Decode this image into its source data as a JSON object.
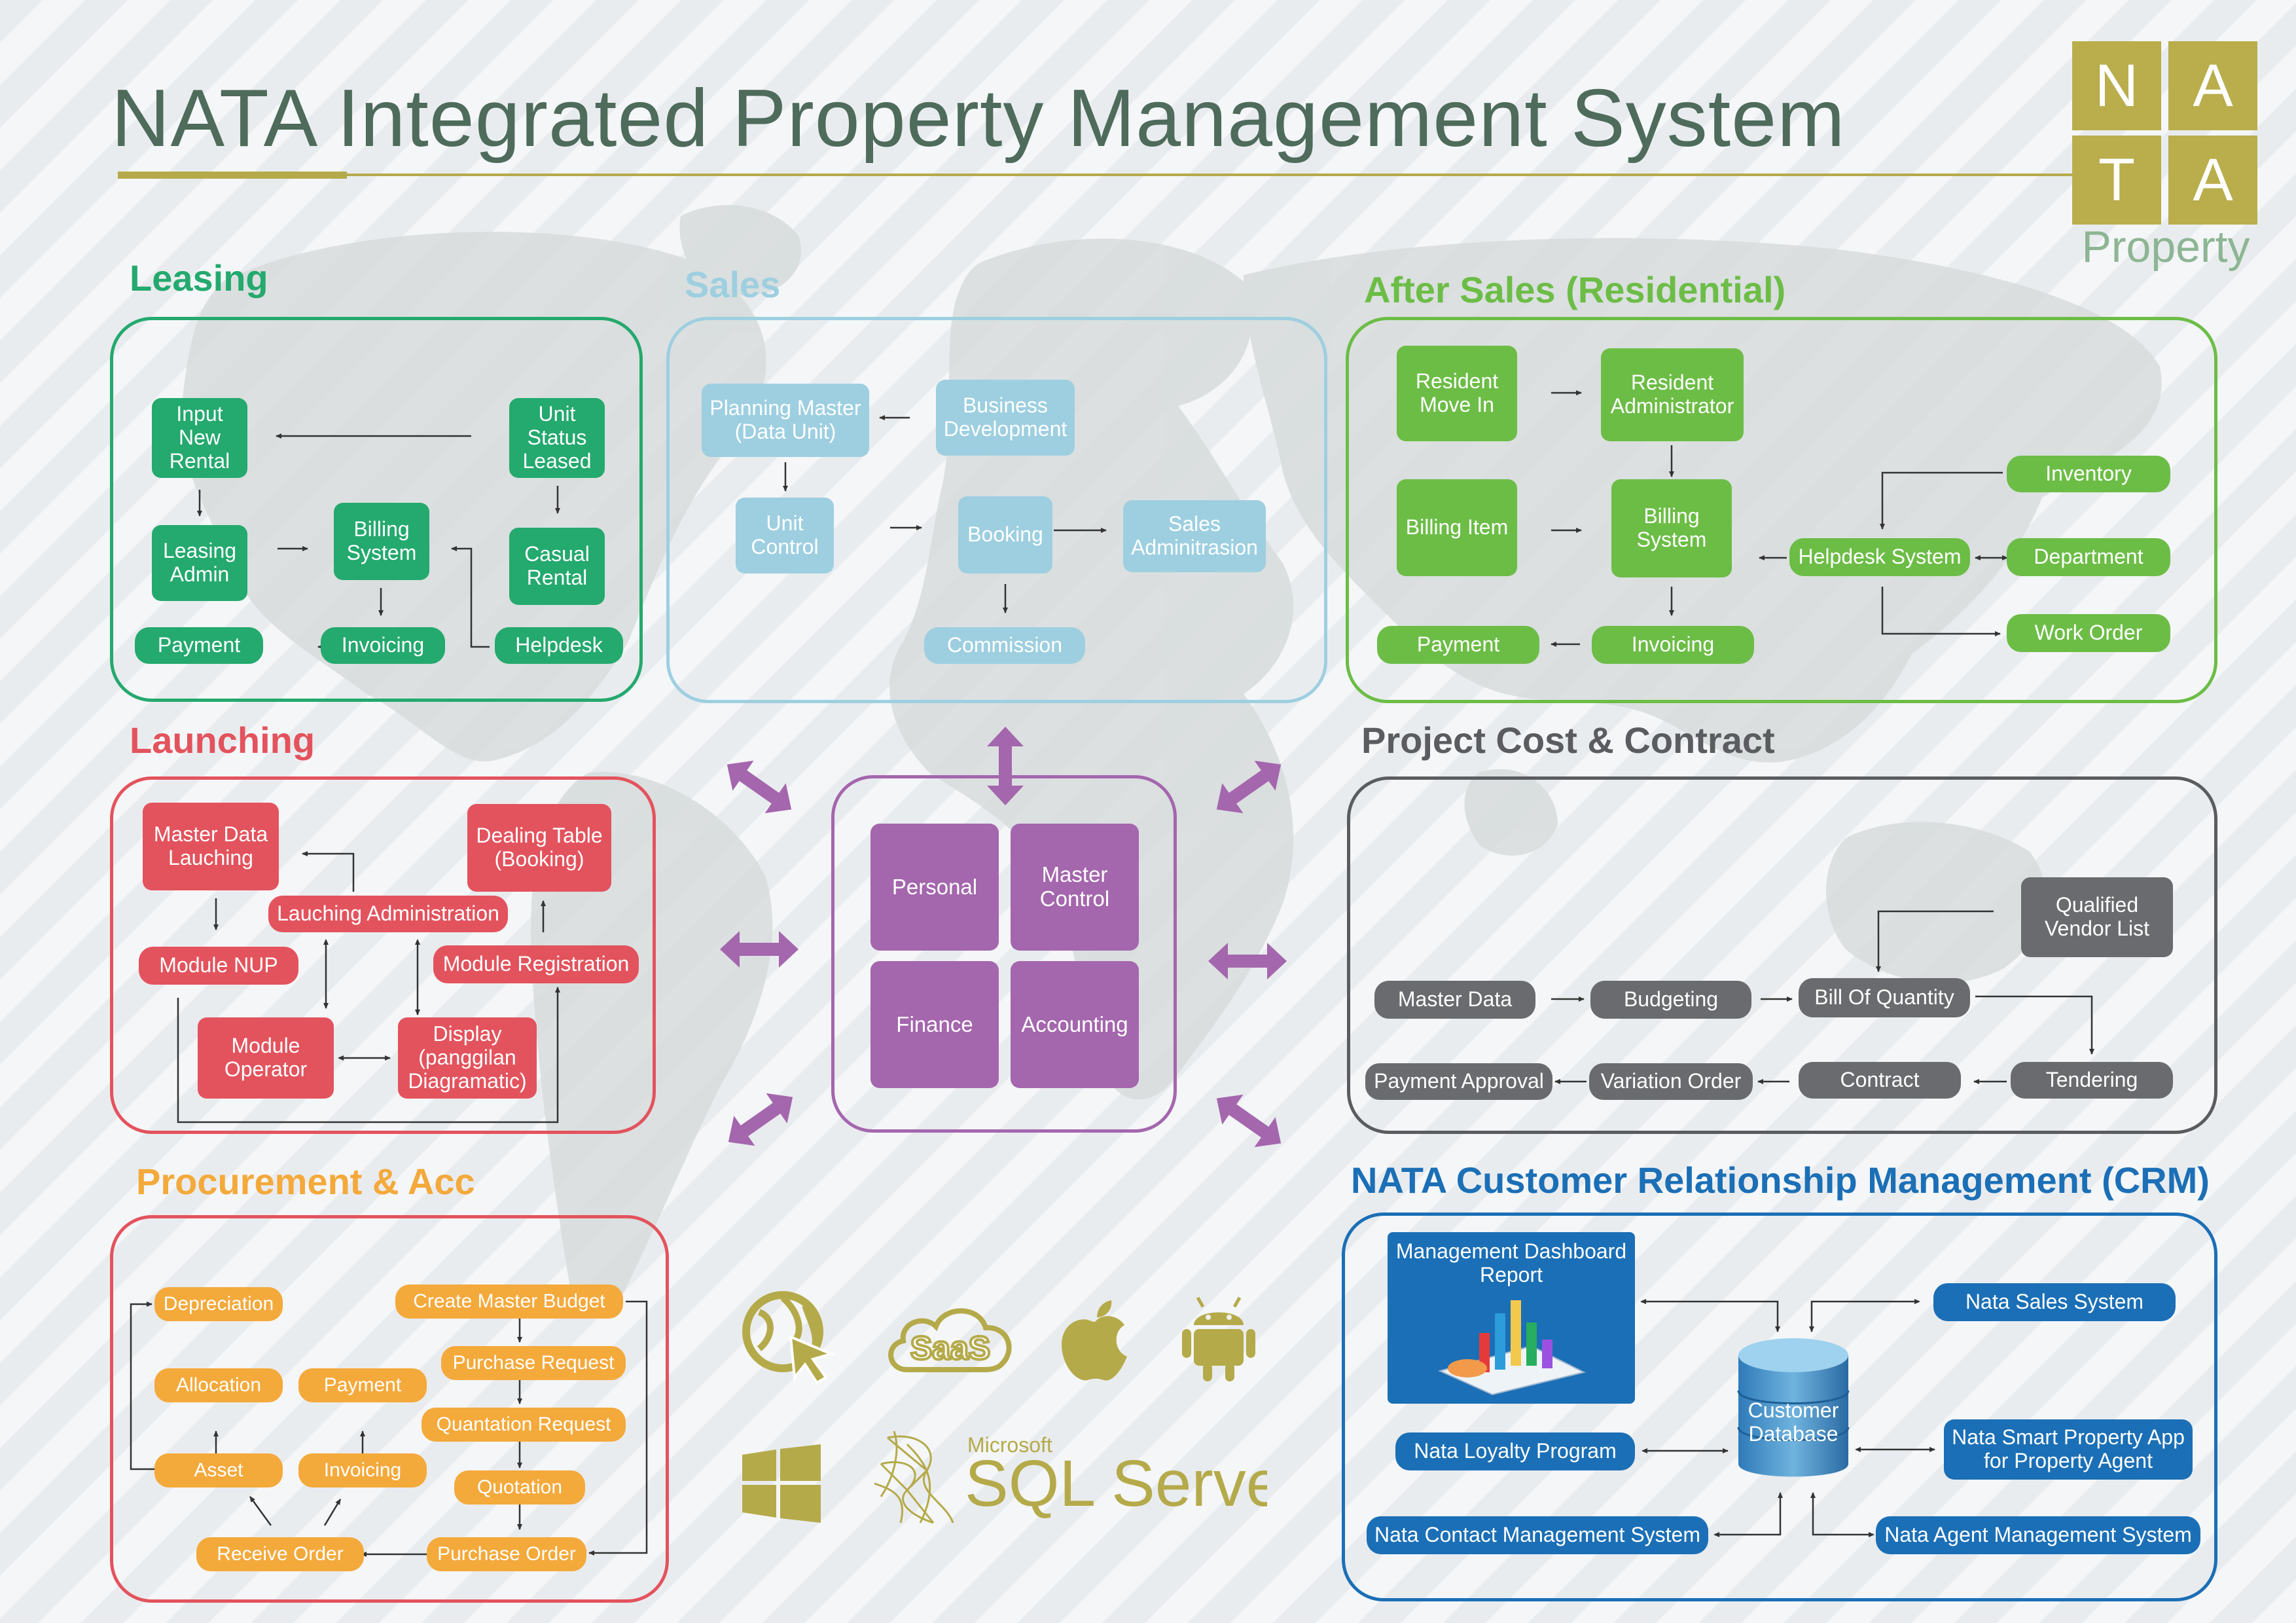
{
  "title": "NATA Integrated Property Management System",
  "logo": {
    "letters": [
      "N",
      "A",
      "T",
      "A"
    ],
    "subtitle": "Property"
  },
  "colors": {
    "leasing": "#24a96e",
    "sales": "#9dcfe0",
    "after_sales": "#6cbd46",
    "launching": "#e3535d",
    "project": "#696b6e",
    "procurement": "#f4a93b",
    "crm": "#1b6fb6",
    "core": "#a466ad",
    "brand": "#b9ad4c"
  },
  "sections": {
    "leasing": {
      "title": "Leasing",
      "nodes": {
        "input_new_rental": "Input New Rental",
        "unit_status_leased": "Unit Status Leased",
        "leasing_admin": "Leasing Admin",
        "billing_system": "Billing System",
        "casual_rental": "Casual Rental",
        "payment": "Payment",
        "invoicing": "Invoicing",
        "helpdesk": "Helpdesk"
      }
    },
    "sales": {
      "title": "Sales",
      "nodes": {
        "planning_master": "Planning Master (Data Unit)",
        "business_development": "Business Development",
        "unit_control": "Unit Control",
        "booking": "Booking",
        "sales_admin": "Sales Adminitrasion",
        "commission": "Commission"
      }
    },
    "after_sales": {
      "title": "After Sales (Residential)",
      "nodes": {
        "resident_move_in": "Resident Move In",
        "resident_admin": "Resident Administrator",
        "billing_item": "Billing Item",
        "billing_system": "Billing System",
        "inventory": "Inventory",
        "helpdesk_system": "Helpdesk System",
        "department": "Department",
        "work_order": "Work Order",
        "payment": "Payment",
        "invoicing": "Invoicing"
      }
    },
    "launching": {
      "title": "Launching",
      "nodes": {
        "master_data": "Master Data Lauching",
        "dealing_table": "Dealing Table (Booking)",
        "launching_admin": "Lauching Administration",
        "module_nup": "Module NUP",
        "module_registration": "Module Registration",
        "module_operator": "Module Operator",
        "display": "Display (panggilan Diagramatic)"
      }
    },
    "core": {
      "nodes": {
        "personal": "Personal",
        "master_control": "Master Control",
        "finance": "Finance",
        "accounting": "Accounting"
      }
    },
    "project": {
      "title": "Project Cost & Contract",
      "nodes": {
        "qualified_vendor": "Qualified Vendor List",
        "master_data": "Master Data",
        "budgeting": "Budgeting",
        "boq": "Bill Of Quantity",
        "payment_approval": "Payment Approval",
        "variation_order": "Variation Order",
        "contract": "Contract",
        "tendering": "Tendering"
      }
    },
    "procurement": {
      "title": "Procurement & Acc",
      "nodes": {
        "depreciation": "Depreciation",
        "create_master_budget": "Create Master Budget",
        "purchase_request": "Purchase Request",
        "allocation": "Allocation",
        "payment": "Payment",
        "quantation_request": "Quantation Request",
        "asset": "Asset",
        "invoicing": "Invoicing",
        "quotation": "Quotation",
        "receive_order": "Receive Order",
        "purchase_order": "Purchase Order"
      }
    },
    "crm": {
      "title": "NATA Customer Relationship Management (CRM)",
      "nodes": {
        "dashboard": "Management Dashboard Report",
        "sales_system": "Nata Sales System",
        "database": "Customer Database",
        "loyalty": "Nata Loyalty Program",
        "smart_property": "Nata Smart Property App for Property Agent",
        "contact_mgmt": "Nata Contact Management System",
        "agent_mgmt": "Nata Agent Management System"
      }
    }
  },
  "platforms": {
    "icons": [
      "web-icon",
      "saas-cloud-icon",
      "apple-icon",
      "android-icon",
      "windows-icon",
      "sql-server-icon"
    ],
    "saas_text": "SaaS",
    "sql_brand": "Microsoft",
    "sql_product": "SQL Server"
  }
}
